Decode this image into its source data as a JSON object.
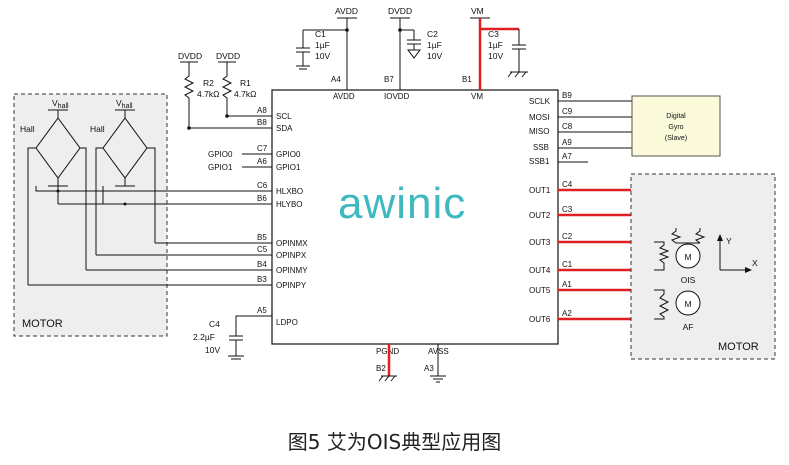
{
  "caption": "图5 艾为OIS典型应用图",
  "logo": "awinic",
  "supplies": {
    "avdd": "AVDD",
    "dvdd": "DVDD",
    "vm": "VM"
  },
  "caps": [
    {
      "name": "C1",
      "value": "1µF",
      "voltage": "10V"
    },
    {
      "name": "C2",
      "value": "1µF",
      "voltage": "10V"
    },
    {
      "name": "C3",
      "value": "1µF",
      "voltage": "10V"
    },
    {
      "name": "C4",
      "value": "2.2µF",
      "voltage": "10V"
    }
  ],
  "resistors": [
    {
      "name": "R2",
      "value": "4.7kΩ",
      "supply": "DVDD"
    },
    {
      "name": "R1",
      "value": "4.7kΩ",
      "supply": "DVDD"
    }
  ],
  "top_pins": [
    {
      "ball": "A4",
      "label": "AVDD"
    },
    {
      "ball": "B7",
      "label": "IOVDD"
    },
    {
      "ball": "B1",
      "label": "VM"
    }
  ],
  "bottom_pins": [
    {
      "ball": "B2",
      "label": "PGND"
    },
    {
      "ball": "A3",
      "label": "AVSS"
    }
  ],
  "left_pins": [
    {
      "ball": "A8",
      "label": "SCL"
    },
    {
      "ball": "B8",
      "label": "SDA"
    },
    {
      "ball": "C7",
      "label": "GPIO0"
    },
    {
      "ball": "A6",
      "label": "GPIO1"
    },
    {
      "ball": "C6",
      "label": "HLXBO"
    },
    {
      "ball": "B6",
      "label": "HLYBO"
    },
    {
      "ball": "B5",
      "label": "OPINMX"
    },
    {
      "ball": "C5",
      "label": "OPINPX"
    },
    {
      "ball": "B4",
      "label": "OPINMY"
    },
    {
      "ball": "B3",
      "label": "OPINPY"
    },
    {
      "ball": "A5",
      "label": "LDPO"
    }
  ],
  "right_pins": [
    {
      "ball": "B9",
      "label": "SCLK"
    },
    {
      "ball": "C9",
      "label": "MOSI"
    },
    {
      "ball": "C8",
      "label": "MISO"
    },
    {
      "ball": "A9",
      "label": "SSB"
    },
    {
      "ball": "A7",
      "label": "SSB1"
    },
    {
      "ball": "C4",
      "label": "OUT1"
    },
    {
      "ball": "C3",
      "label": "OUT2"
    },
    {
      "ball": "C2",
      "label": "OUT3"
    },
    {
      "ball": "C1",
      "label": "OUT4"
    },
    {
      "ball": "A1",
      "label": "OUT5"
    },
    {
      "ball": "A2",
      "label": "OUT6"
    }
  ],
  "gpio_net_labels": [
    "GPIO0",
    "GPIO1"
  ],
  "gyro": {
    "line1": "Digital",
    "line2": "Gyro",
    "line3": "(Slave)"
  },
  "left_motor": {
    "title": "MOTOR",
    "hall_label": "Hall",
    "vhall_label": "V",
    "vhall_sub": "hall"
  },
  "right_motor": {
    "title": "MOTOR",
    "ois_label": "OIS",
    "af_label": "AF",
    "motor_symbol": "M",
    "x_axis": "X",
    "y_axis": "Y"
  },
  "colors": {
    "logo": "#3fb9bf",
    "highlight": "#e02020",
    "motor_box": "#eeeeee"
  }
}
